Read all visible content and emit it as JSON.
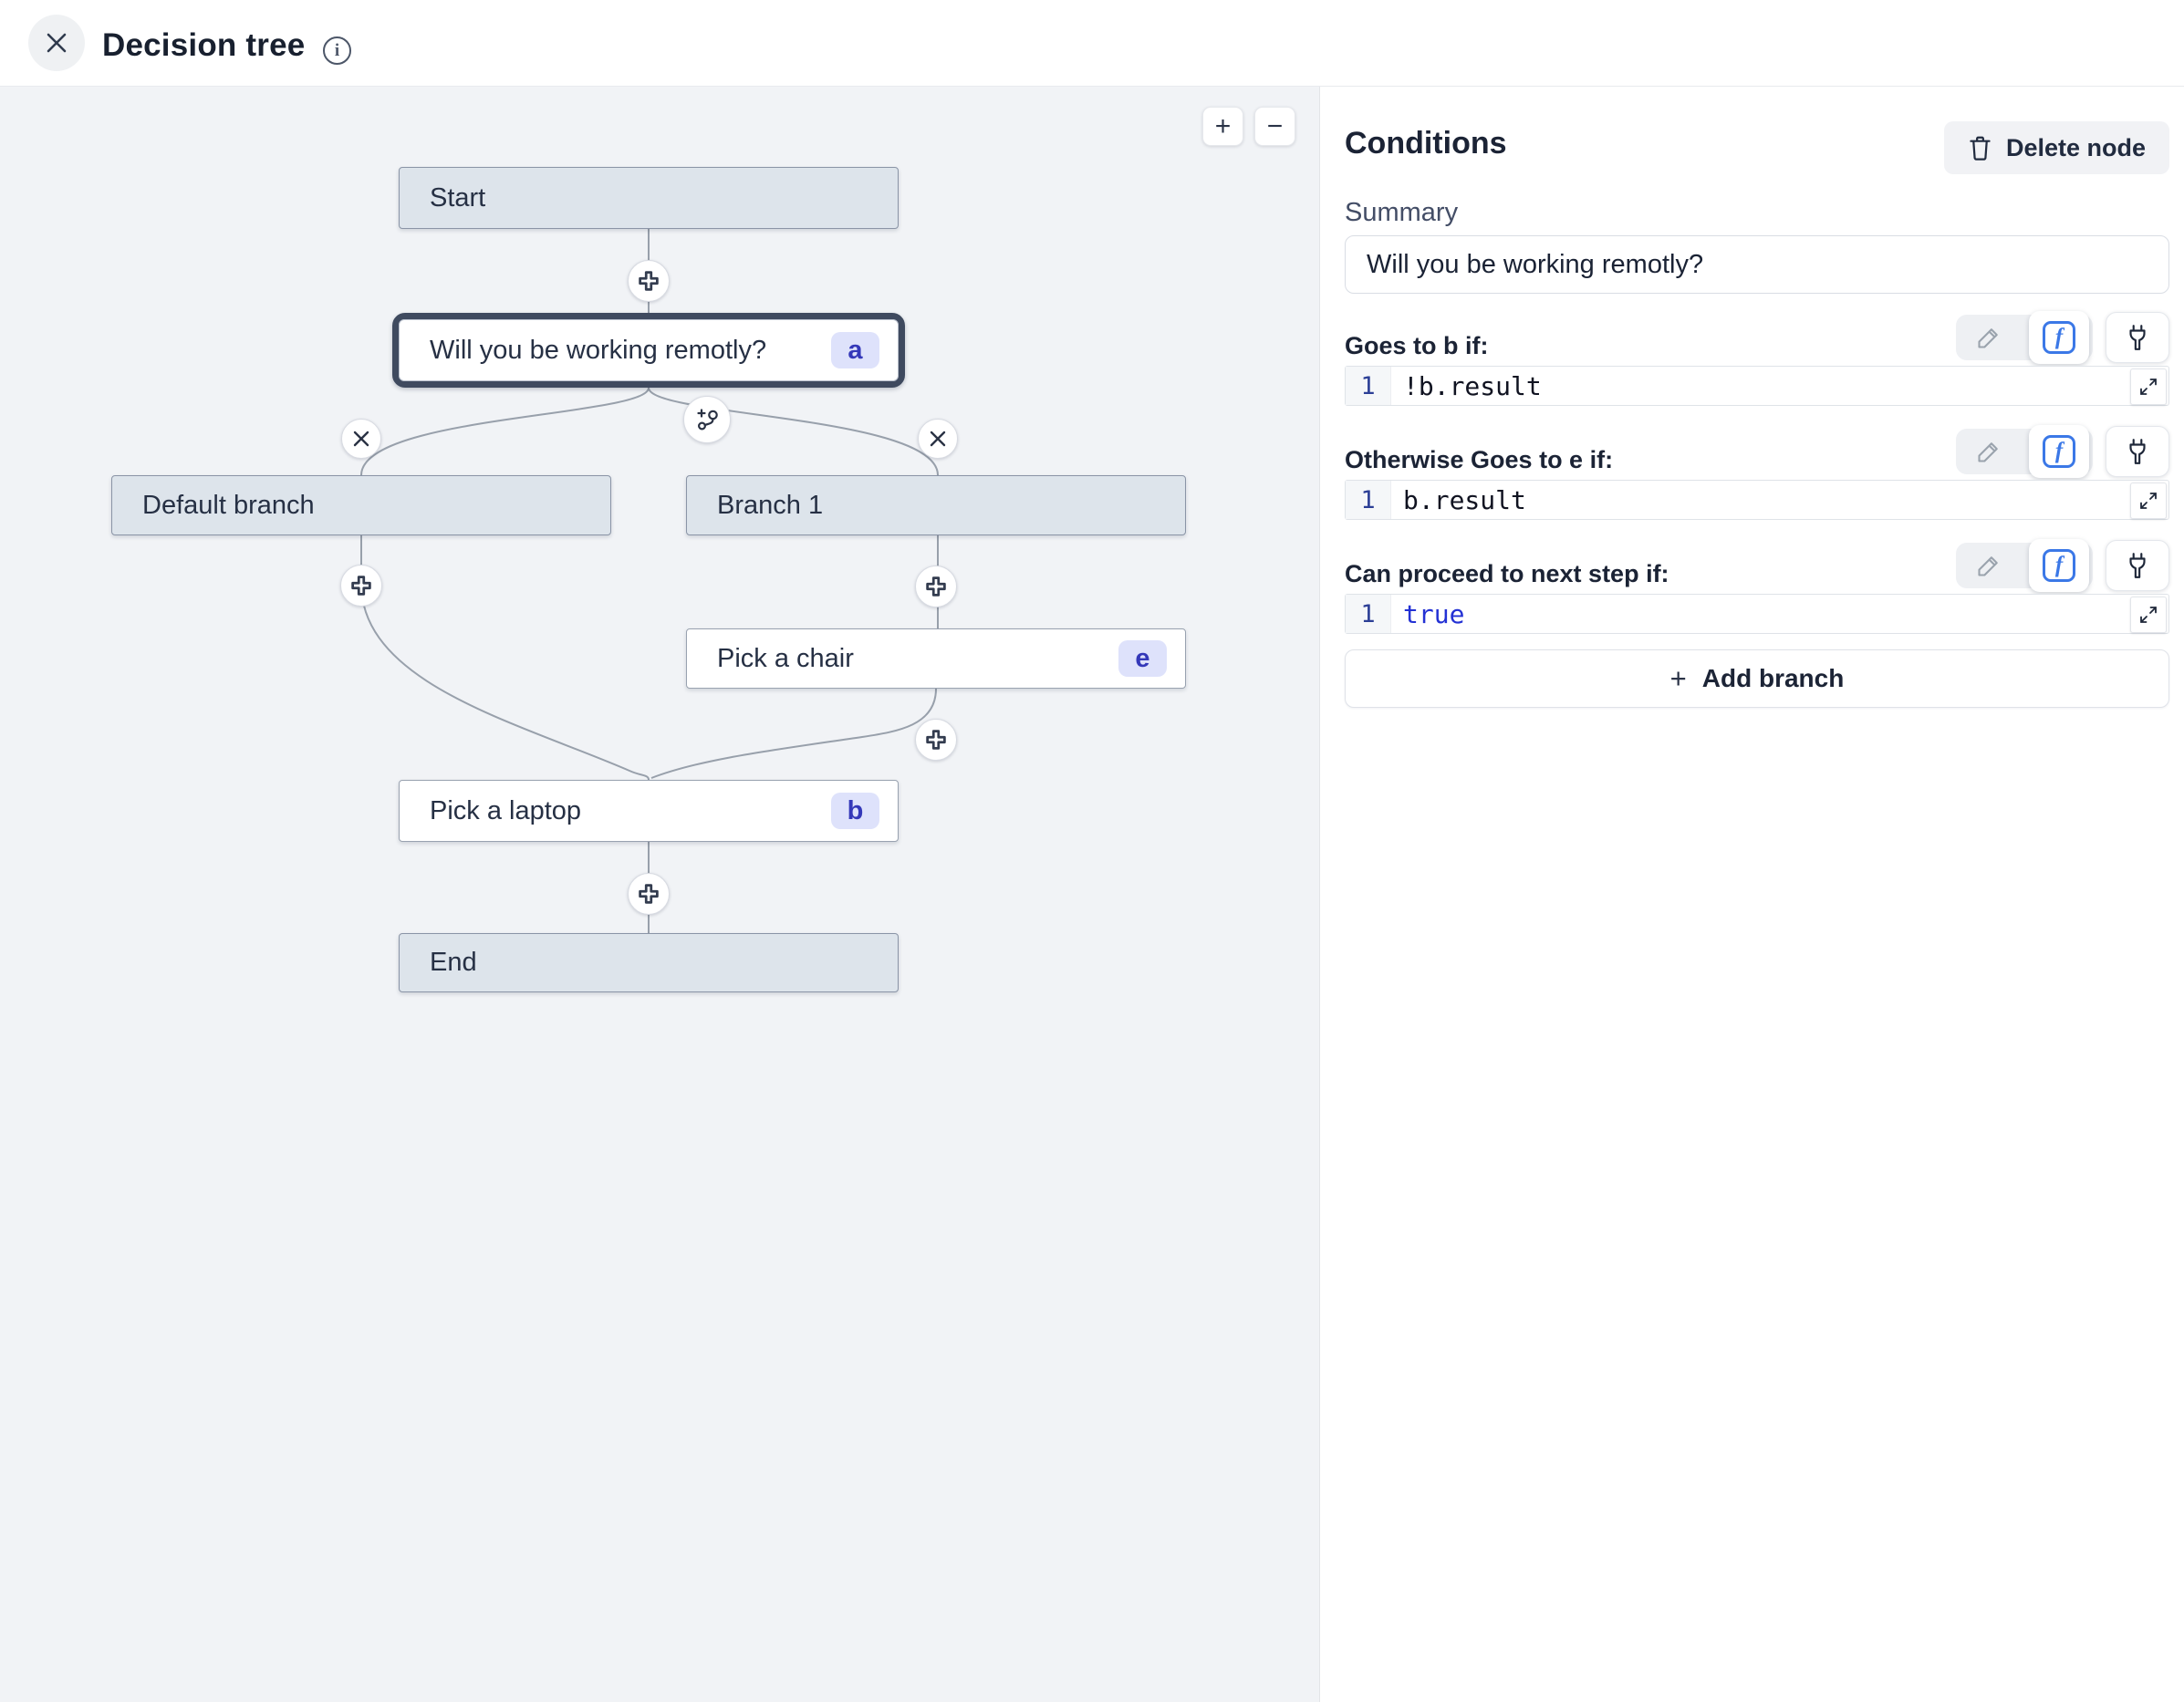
{
  "header": {
    "title": "Decision tree"
  },
  "canvas": {
    "zoom_in": "+",
    "zoom_out": "−",
    "nodes": {
      "start": {
        "label": "Start"
      },
      "question": {
        "label": "Will you be working remotly?",
        "badge": "a"
      },
      "default_branch": {
        "label": "Default branch"
      },
      "branch1": {
        "label": "Branch 1"
      },
      "chair": {
        "label": "Pick a chair",
        "badge": "e"
      },
      "laptop": {
        "label": "Pick a laptop",
        "badge": "b"
      },
      "end": {
        "label": "End"
      }
    }
  },
  "panel": {
    "title": "Conditions",
    "delete_label": "Delete node",
    "summary_label": "Summary",
    "summary_value": "Will you be working remotly?",
    "sections": [
      {
        "label": "Goes to b if:",
        "line_number": "1",
        "code": "!b.result",
        "kind": "code"
      },
      {
        "label": "Otherwise Goes to e if:",
        "line_number": "1",
        "code": "b.result",
        "kind": "code"
      },
      {
        "label": "Can proceed to next step if:",
        "line_number": "1",
        "code": "true",
        "kind": "keyword"
      }
    ],
    "add_branch_label": "Add branch"
  },
  "colors": {
    "canvas_bg": "#f1f3f6",
    "node_gray": "#dde4eb",
    "selection_ring": "#3f4a5f",
    "badge_bg": "#dee2fb",
    "badge_text": "#3438b9",
    "fx_active_blue": "#3b78e7",
    "keyword_blue": "#2331d4",
    "connector_gray": "#98a0ab"
  }
}
